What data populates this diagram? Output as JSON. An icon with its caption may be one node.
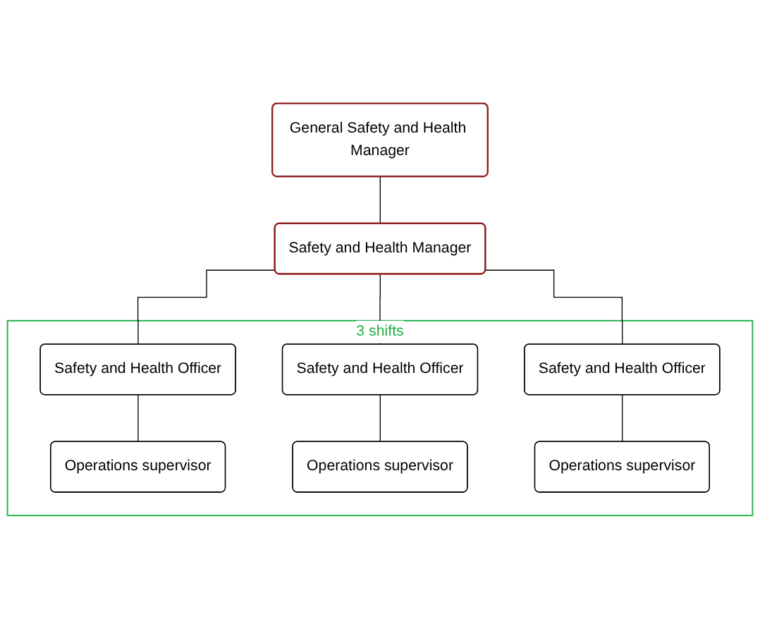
{
  "diagram": {
    "nodes": [
      {
        "text": [
          "General Safety and Health Manager"
        ]
      },
      {
        "text": [
          "Safety and Health Manager"
        ]
      },
      {
        "text": [
          "3 shifts"
        ]
      },
      {
        "text": [
          "Safety and Health Officer"
        ],
        "in": 2
      },
      {
        "text": [
          "Safety and Health Officer"
        ],
        "in": 2
      },
      {
        "text": [
          "Safety and Health Officer"
        ],
        "in": 2
      },
      {
        "text": [
          "Operations supervisor"
        ],
        "in": 2
      },
      {
        "text": [
          "Operations supervisor"
        ],
        "in": 2
      },
      {
        "text": [
          "Operations supervisor"
        ],
        "in": 2
      }
    ],
    "edges": [
      {
        "from": 0,
        "to": 1,
        "arrow": "none"
      },
      {
        "from": 1,
        "to": 3,
        "arrow": "none"
      },
      {
        "from": 1,
        "to": 4,
        "arrow": "none"
      },
      {
        "from": 1,
        "to": 5,
        "arrow": "none"
      },
      {
        "from": 3,
        "to": 6,
        "arrow": "none"
      },
      {
        "from": 4,
        "to": 7,
        "arrow": "none"
      },
      {
        "from": 5,
        "to": 8,
        "arrow": "none"
      }
    ]
  }
}
